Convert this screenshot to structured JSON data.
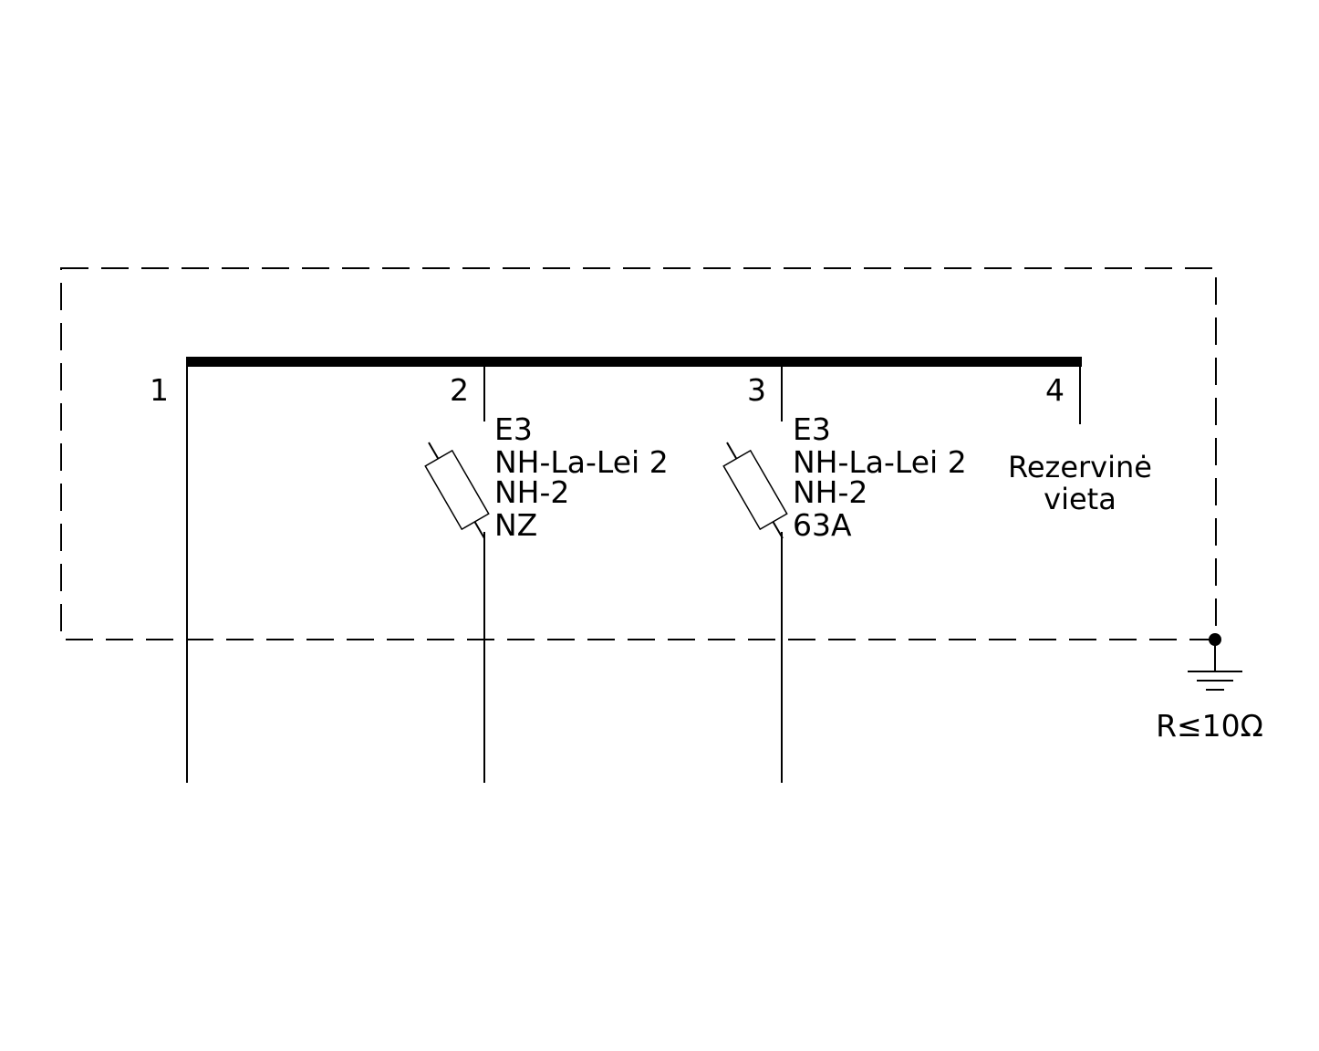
{
  "diagram": {
    "feeders": [
      {
        "number": "1"
      },
      {
        "number": "2",
        "fuse": {
          "lines": [
            "E3",
            "NH-La-Lei 2",
            "NH-2",
            "NZ"
          ]
        }
      },
      {
        "number": "3",
        "fuse": {
          "lines": [
            "E3",
            "NH-La-Lei 2",
            "NH-2",
            "63A"
          ]
        }
      },
      {
        "number": "4",
        "reserve": [
          "Rezervinė",
          "vieta"
        ]
      }
    ],
    "ground": {
      "label": "R≤10Ω"
    }
  }
}
